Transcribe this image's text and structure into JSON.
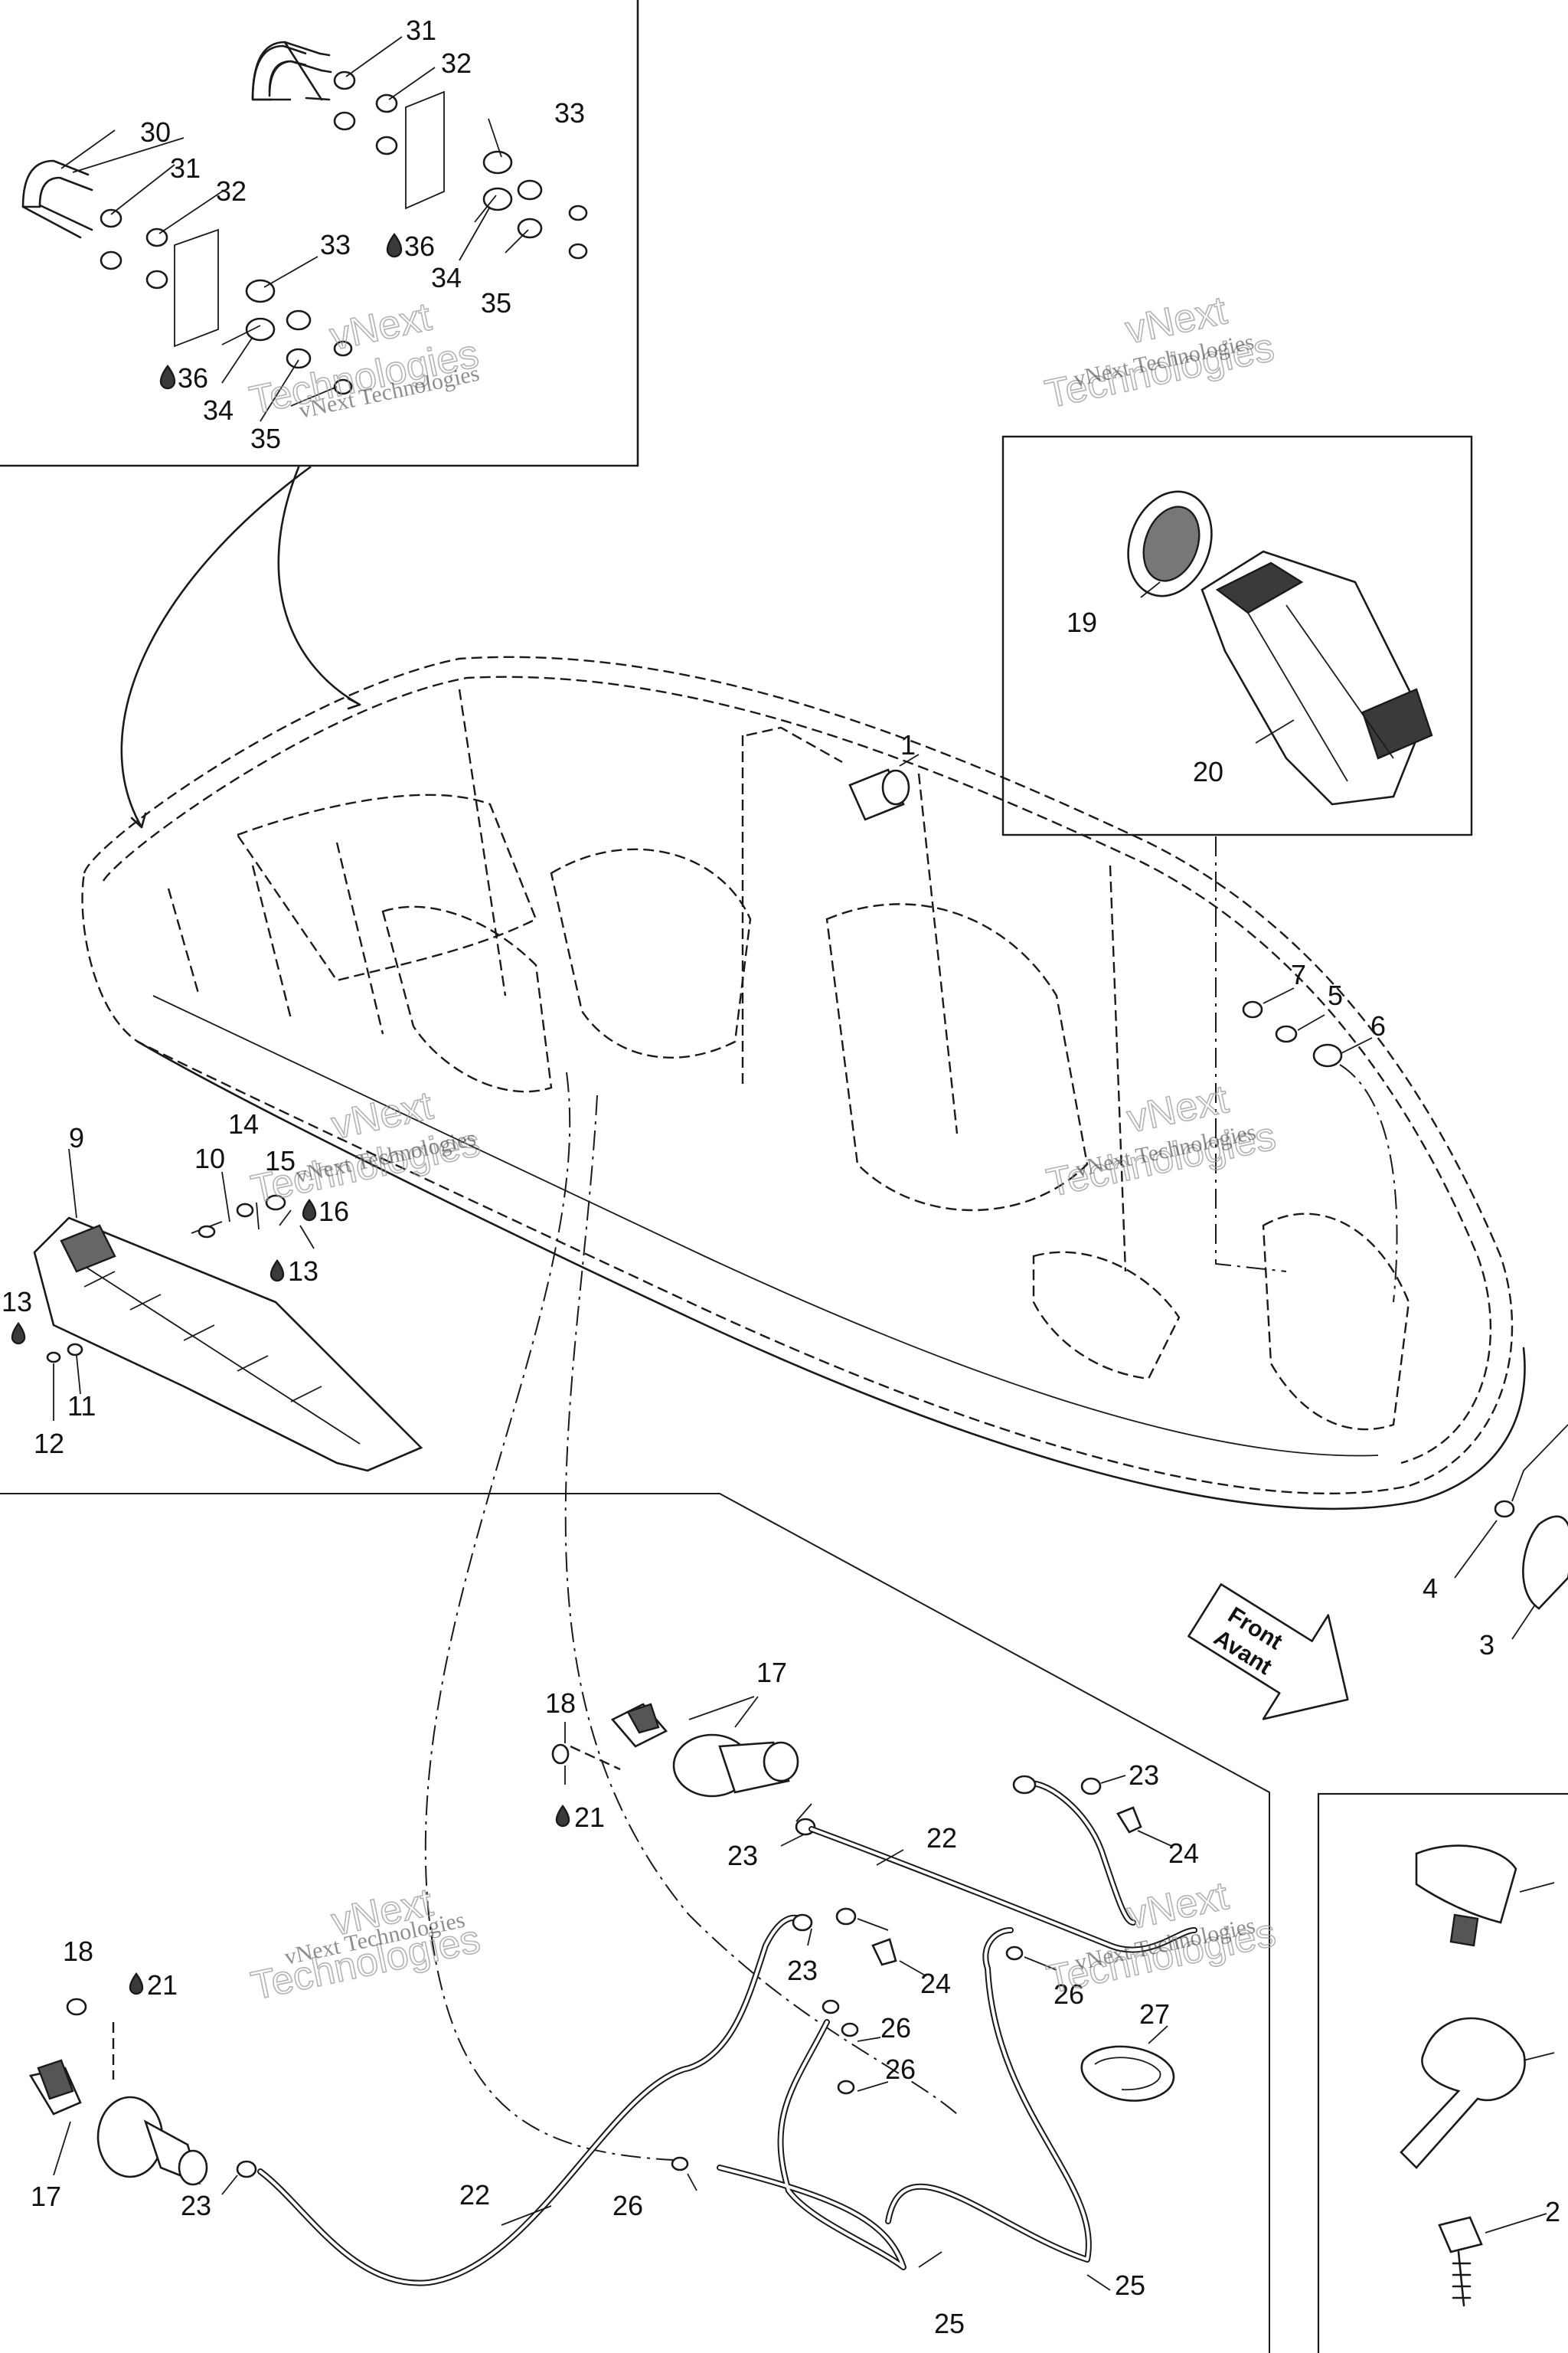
{
  "callouts": {
    "c1": "1",
    "c2": "2",
    "c3": "3",
    "c4": "4",
    "c5": "5",
    "c6": "6",
    "c7": "7",
    "c9": "9",
    "c10": "10",
    "c11": "11",
    "c12": "12",
    "c13a": "13",
    "c13b": "13",
    "c14": "14",
    "c15": "15",
    "c16": "16",
    "c17a": "17",
    "c17b": "17",
    "c18a": "18",
    "c18b": "18",
    "c19": "19",
    "c20": "20",
    "c21a": "21",
    "c21b": "21",
    "c22a": "22",
    "c22b": "22",
    "c23a": "23",
    "c23b": "23",
    "c23c": "23",
    "c23d": "23",
    "c24a": "24",
    "c24b": "24",
    "c25a": "25",
    "c25b": "25",
    "c26a": "26",
    "c26b": "26",
    "c26c": "26",
    "c26d": "26",
    "c27": "27",
    "c30": "30",
    "c31a": "31",
    "c31b": "31",
    "c32a": "32",
    "c32b": "32",
    "c33a": "33",
    "c33b": "33",
    "c34a": "34",
    "c34b": "34",
    "c35a": "35",
    "c35b": "35",
    "c36a": "36",
    "c36b": "36"
  },
  "direction_arrow": {
    "line1": "Front",
    "line2": "Avant"
  },
  "watermark": {
    "brand": "vNext",
    "name": "Technologies",
    "full": "vNext Technologies"
  },
  "icons": {
    "sealant": "drop-icon",
    "direction": "front-arrow-icon"
  }
}
